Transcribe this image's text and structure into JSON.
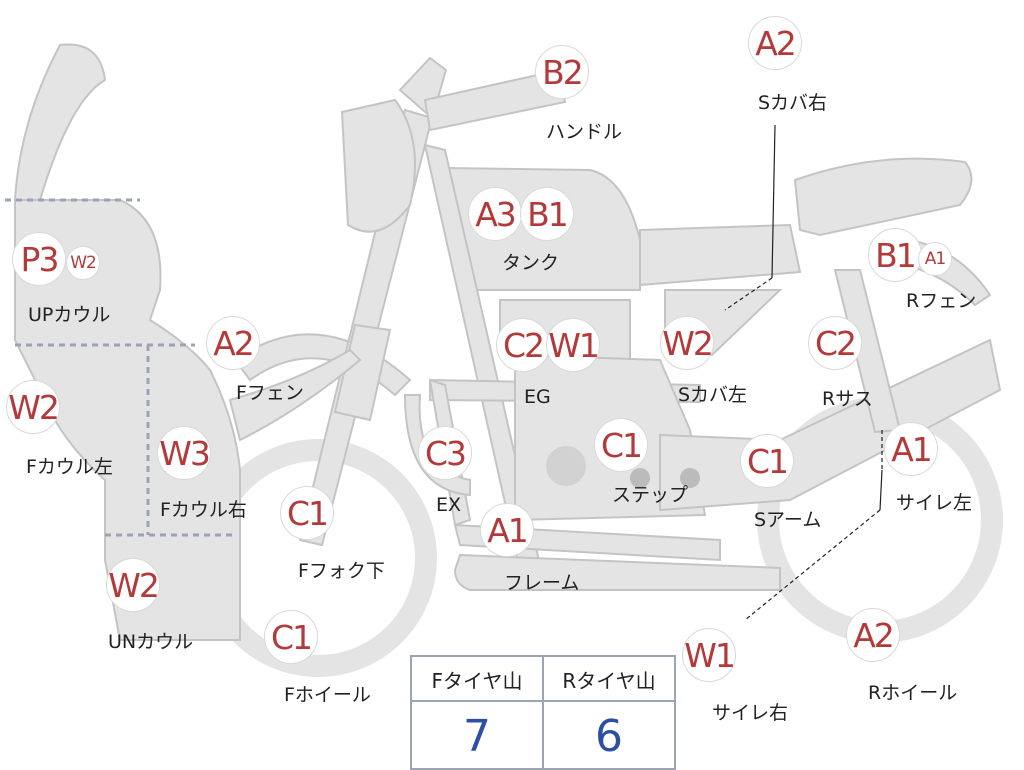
{
  "parts": [
    {
      "key": "handle",
      "code": "B2",
      "label": "ハンドル"
    },
    {
      "key": "side_cover_right",
      "code": "A2",
      "label": "Sカバ右"
    },
    {
      "key": "tank",
      "codes": [
        "A3",
        "B1"
      ],
      "label": "タンク"
    },
    {
      "key": "up_cowl",
      "codes": [
        "P3",
        "W2"
      ],
      "label": "UPカウル"
    },
    {
      "key": "f_fender",
      "code": "A2",
      "label": "Fフェン"
    },
    {
      "key": "f_cowl_left",
      "code": "W2",
      "label": "Fカウル左"
    },
    {
      "key": "f_cowl_right",
      "code": "W3",
      "label": "Fカウル右"
    },
    {
      "key": "f_fork",
      "code": "C1",
      "label": "Fフォク下"
    },
    {
      "key": "un_cowl",
      "code": "W2",
      "label": "UNカウル"
    },
    {
      "key": "f_wheel",
      "code": "C1",
      "label": "Fホイール"
    },
    {
      "key": "engine",
      "codes": [
        "C2",
        "W1"
      ],
      "label": "EG"
    },
    {
      "key": "exhaust",
      "code": "C3",
      "label": "EX"
    },
    {
      "key": "frame",
      "code": "A1",
      "label": "フレーム"
    },
    {
      "key": "step",
      "code": "C1",
      "label": "ステップ"
    },
    {
      "key": "side_cover_left",
      "code": "W2",
      "label": "Sカバ左"
    },
    {
      "key": "swing_arm",
      "code": "C1",
      "label": "Sアーム"
    },
    {
      "key": "r_fender",
      "codes": [
        "B1",
        "A1"
      ],
      "label": "Rフェン"
    },
    {
      "key": "r_suspension",
      "code": "C2",
      "label": "Rサス"
    },
    {
      "key": "silencer_left",
      "code": "A1",
      "label": "サイレ左"
    },
    {
      "key": "silencer_right",
      "code": "W1",
      "label": "サイレ右"
    },
    {
      "key": "r_wheel",
      "code": "A2",
      "label": "Rホイール"
    }
  ],
  "tire_table": {
    "front_header": "Fタイヤ山",
    "rear_header": "Rタイヤ山",
    "front_value": "7",
    "rear_value": "6"
  },
  "colors": {
    "part_fill": "#e4e4e4",
    "part_stroke": "#bdbdbd",
    "code_text": "#b33a3a",
    "value_text": "#2c4fa3"
  }
}
